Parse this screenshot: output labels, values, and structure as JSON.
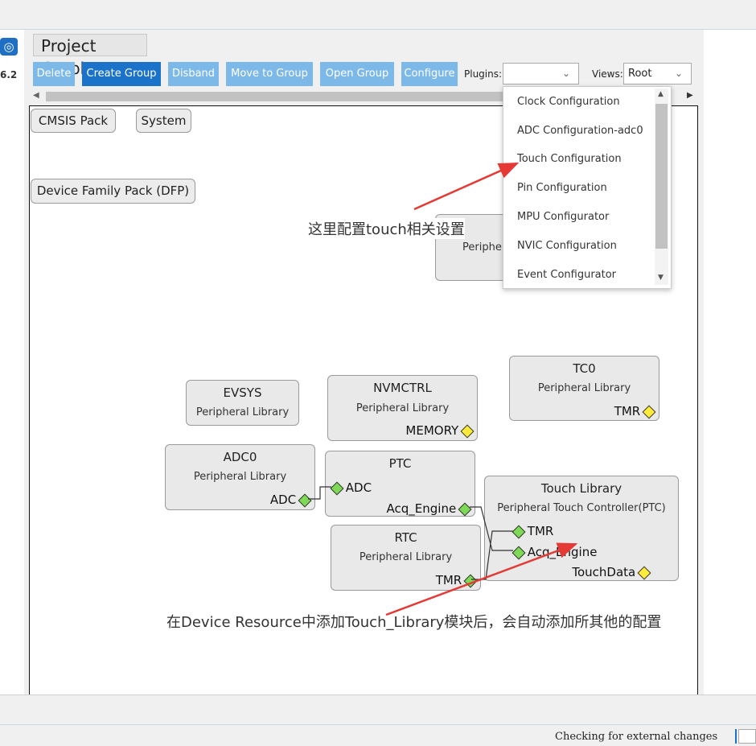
{
  "sidebar": {
    "version": "6.2",
    "globe_icon": "globe-icon"
  },
  "panel": {
    "title": "Project Graph"
  },
  "toolbar": {
    "buttons": [
      "Delete",
      "Create Group",
      "Disband",
      "Move to Group",
      "Open Group",
      "Configure"
    ],
    "plugins_label": "Plugins:",
    "plugins_value": "",
    "views_label": "Views:",
    "views_value": "Root"
  },
  "plugins_menu": {
    "items": [
      "Clock Configuration",
      "ADC Configuration-adc0",
      "Touch Configuration",
      "Pin Configuration",
      "MPU Configurator",
      "NVIC Configuration",
      "Event Configurator"
    ],
    "highlighted": "Touch Configuration"
  },
  "graph": {
    "groups": [
      "CMSIS Pack",
      "System",
      "Device Family Pack (DFP)"
    ],
    "nodes": {
      "evsys": {
        "title": "EVSYS",
        "subtitle": "Peripheral Library"
      },
      "nvmctrl": {
        "title": "NVMCTRL",
        "subtitle": "Peripheral Library",
        "port": "MEMORY"
      },
      "tc0": {
        "title": "TC0",
        "subtitle": "Peripheral Library",
        "port": "TMR"
      },
      "adc0": {
        "title": "ADC0",
        "subtitle": "Peripheral Library",
        "port": "ADC"
      },
      "ptc": {
        "title": "PTC",
        "port_in": "ADC",
        "port_out": "Acq_Engine"
      },
      "rtc": {
        "title": "RTC",
        "subtitle": "Peripheral Library",
        "port": "TMR"
      },
      "touch": {
        "title": "Touch Library",
        "subtitle": "Peripheral Touch Controller(PTC)",
        "port_tmr": "TMR",
        "port_acq": "Acq_Engine",
        "port_data": "TouchData"
      },
      "hidden": {
        "subtitle_partial": "Periphe"
      }
    }
  },
  "annotations": {
    "top": "这里配置touch相关设置",
    "bottom": "在Device Resource中添加Touch_Library模块后，会自动添加所其他的配置"
  },
  "status": {
    "text": "Checking for external changes"
  },
  "colors": {
    "button": "#7db9e8",
    "button_active": "#1a73c9",
    "arrow": "#e53935",
    "port_required": "#ffeb3b",
    "port_connected": "#7ed957"
  }
}
